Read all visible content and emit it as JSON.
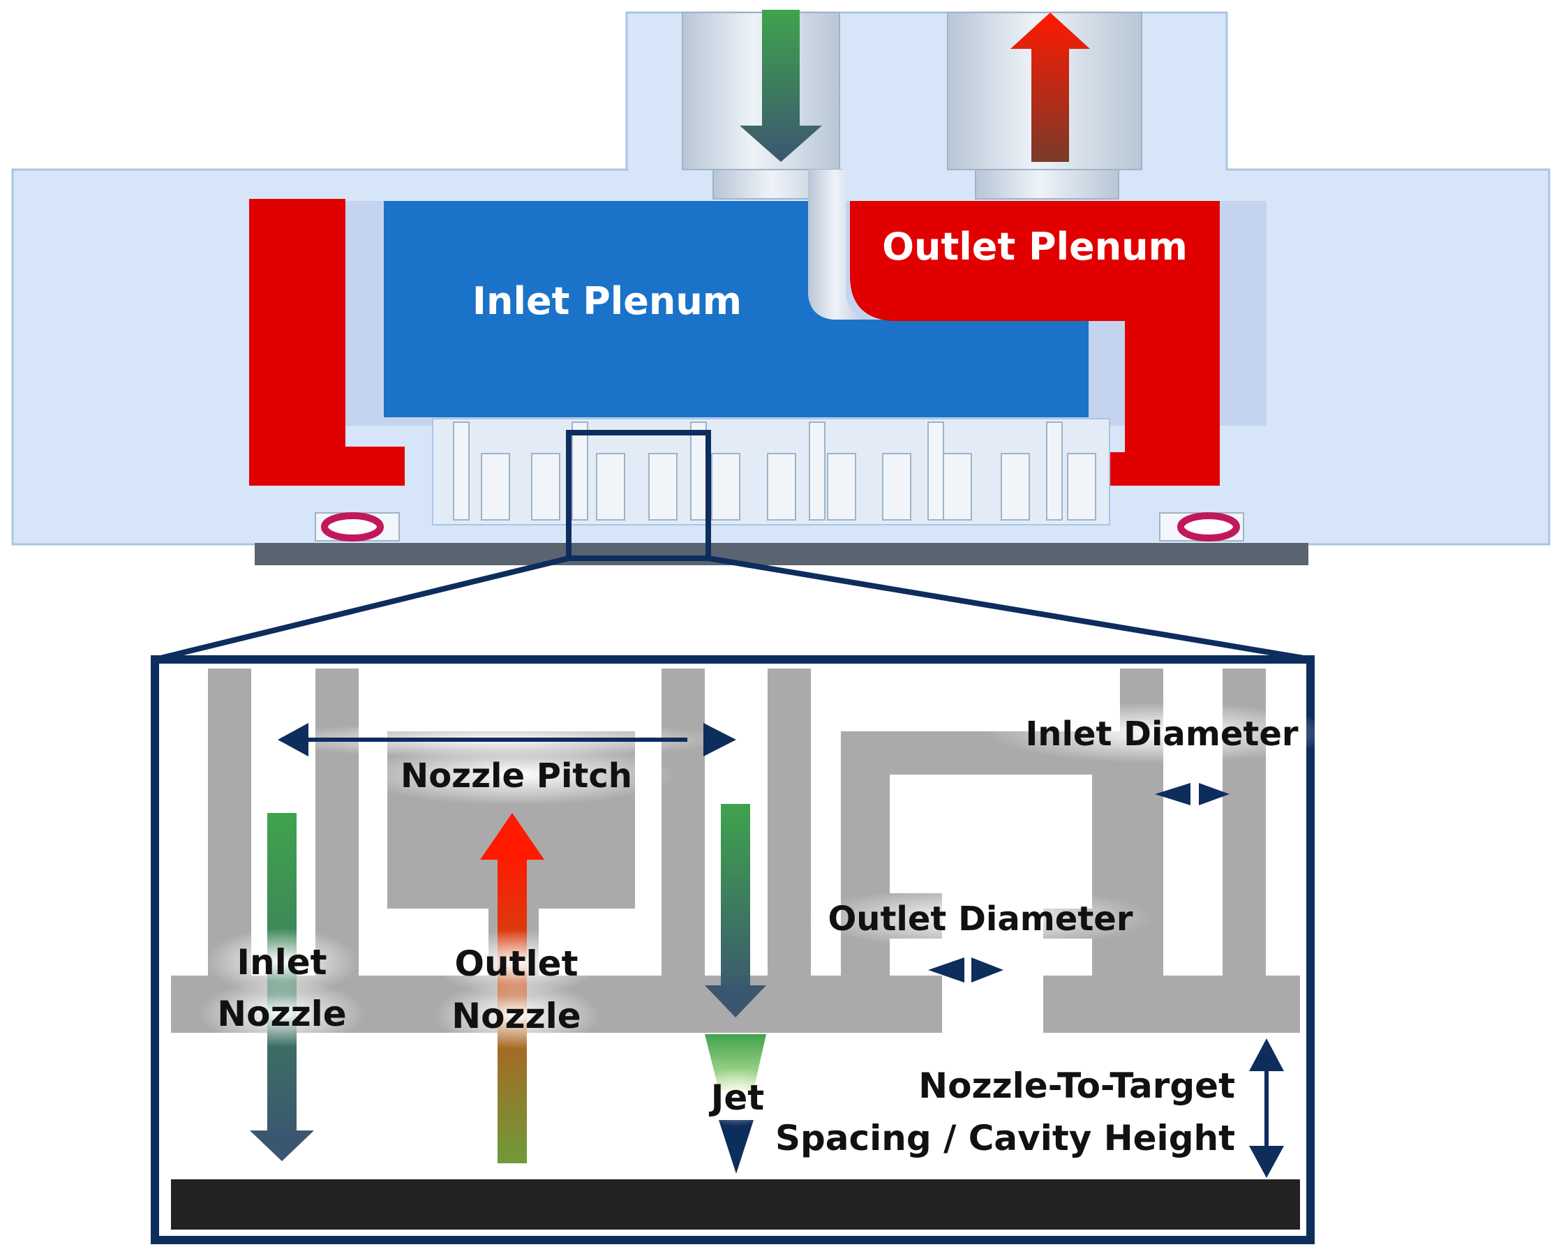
{
  "labels": {
    "outlet_plenum": "Outlet Plenum",
    "inlet_plenum": "Inlet Plenum",
    "nozzle_pitch": "Nozzle Pitch",
    "inlet_diameter": "Inlet Diameter",
    "outlet_diameter": "Outlet Diameter",
    "inlet_nozzle_line1": "Inlet",
    "inlet_nozzle_line2": "Nozzle",
    "outlet_nozzle_line1": "Outlet",
    "outlet_nozzle_line2": "Nozzle",
    "jet": "Jet",
    "spacing_line1": "Nozzle-To-Target",
    "spacing_line2": "Spacing / Cavity Height"
  },
  "colors": {
    "housing": "#d6e6f8",
    "housing_edge": "#a9c4e6",
    "inlet_plenum": "#1a73c8",
    "outlet_plenum": "#e00000",
    "nozzle_gray": "#aaaaaa",
    "frame": "#0d2d5c",
    "target": "#222222",
    "base_plate": "#5a6470",
    "inlet_arrow_top": "#3fa34d",
    "inlet_arrow_bottom": "#3b5670",
    "outlet_arrow_bottom": "#6f9a3a",
    "outlet_arrow_top": "#ff1a00"
  },
  "icons": {
    "inlet_flow": "down-arrow-icon",
    "outlet_flow": "up-arrow-icon",
    "pitch_dimension": "double-arrow-horizontal-icon",
    "height_dimension": "double-arrow-vertical-icon"
  }
}
